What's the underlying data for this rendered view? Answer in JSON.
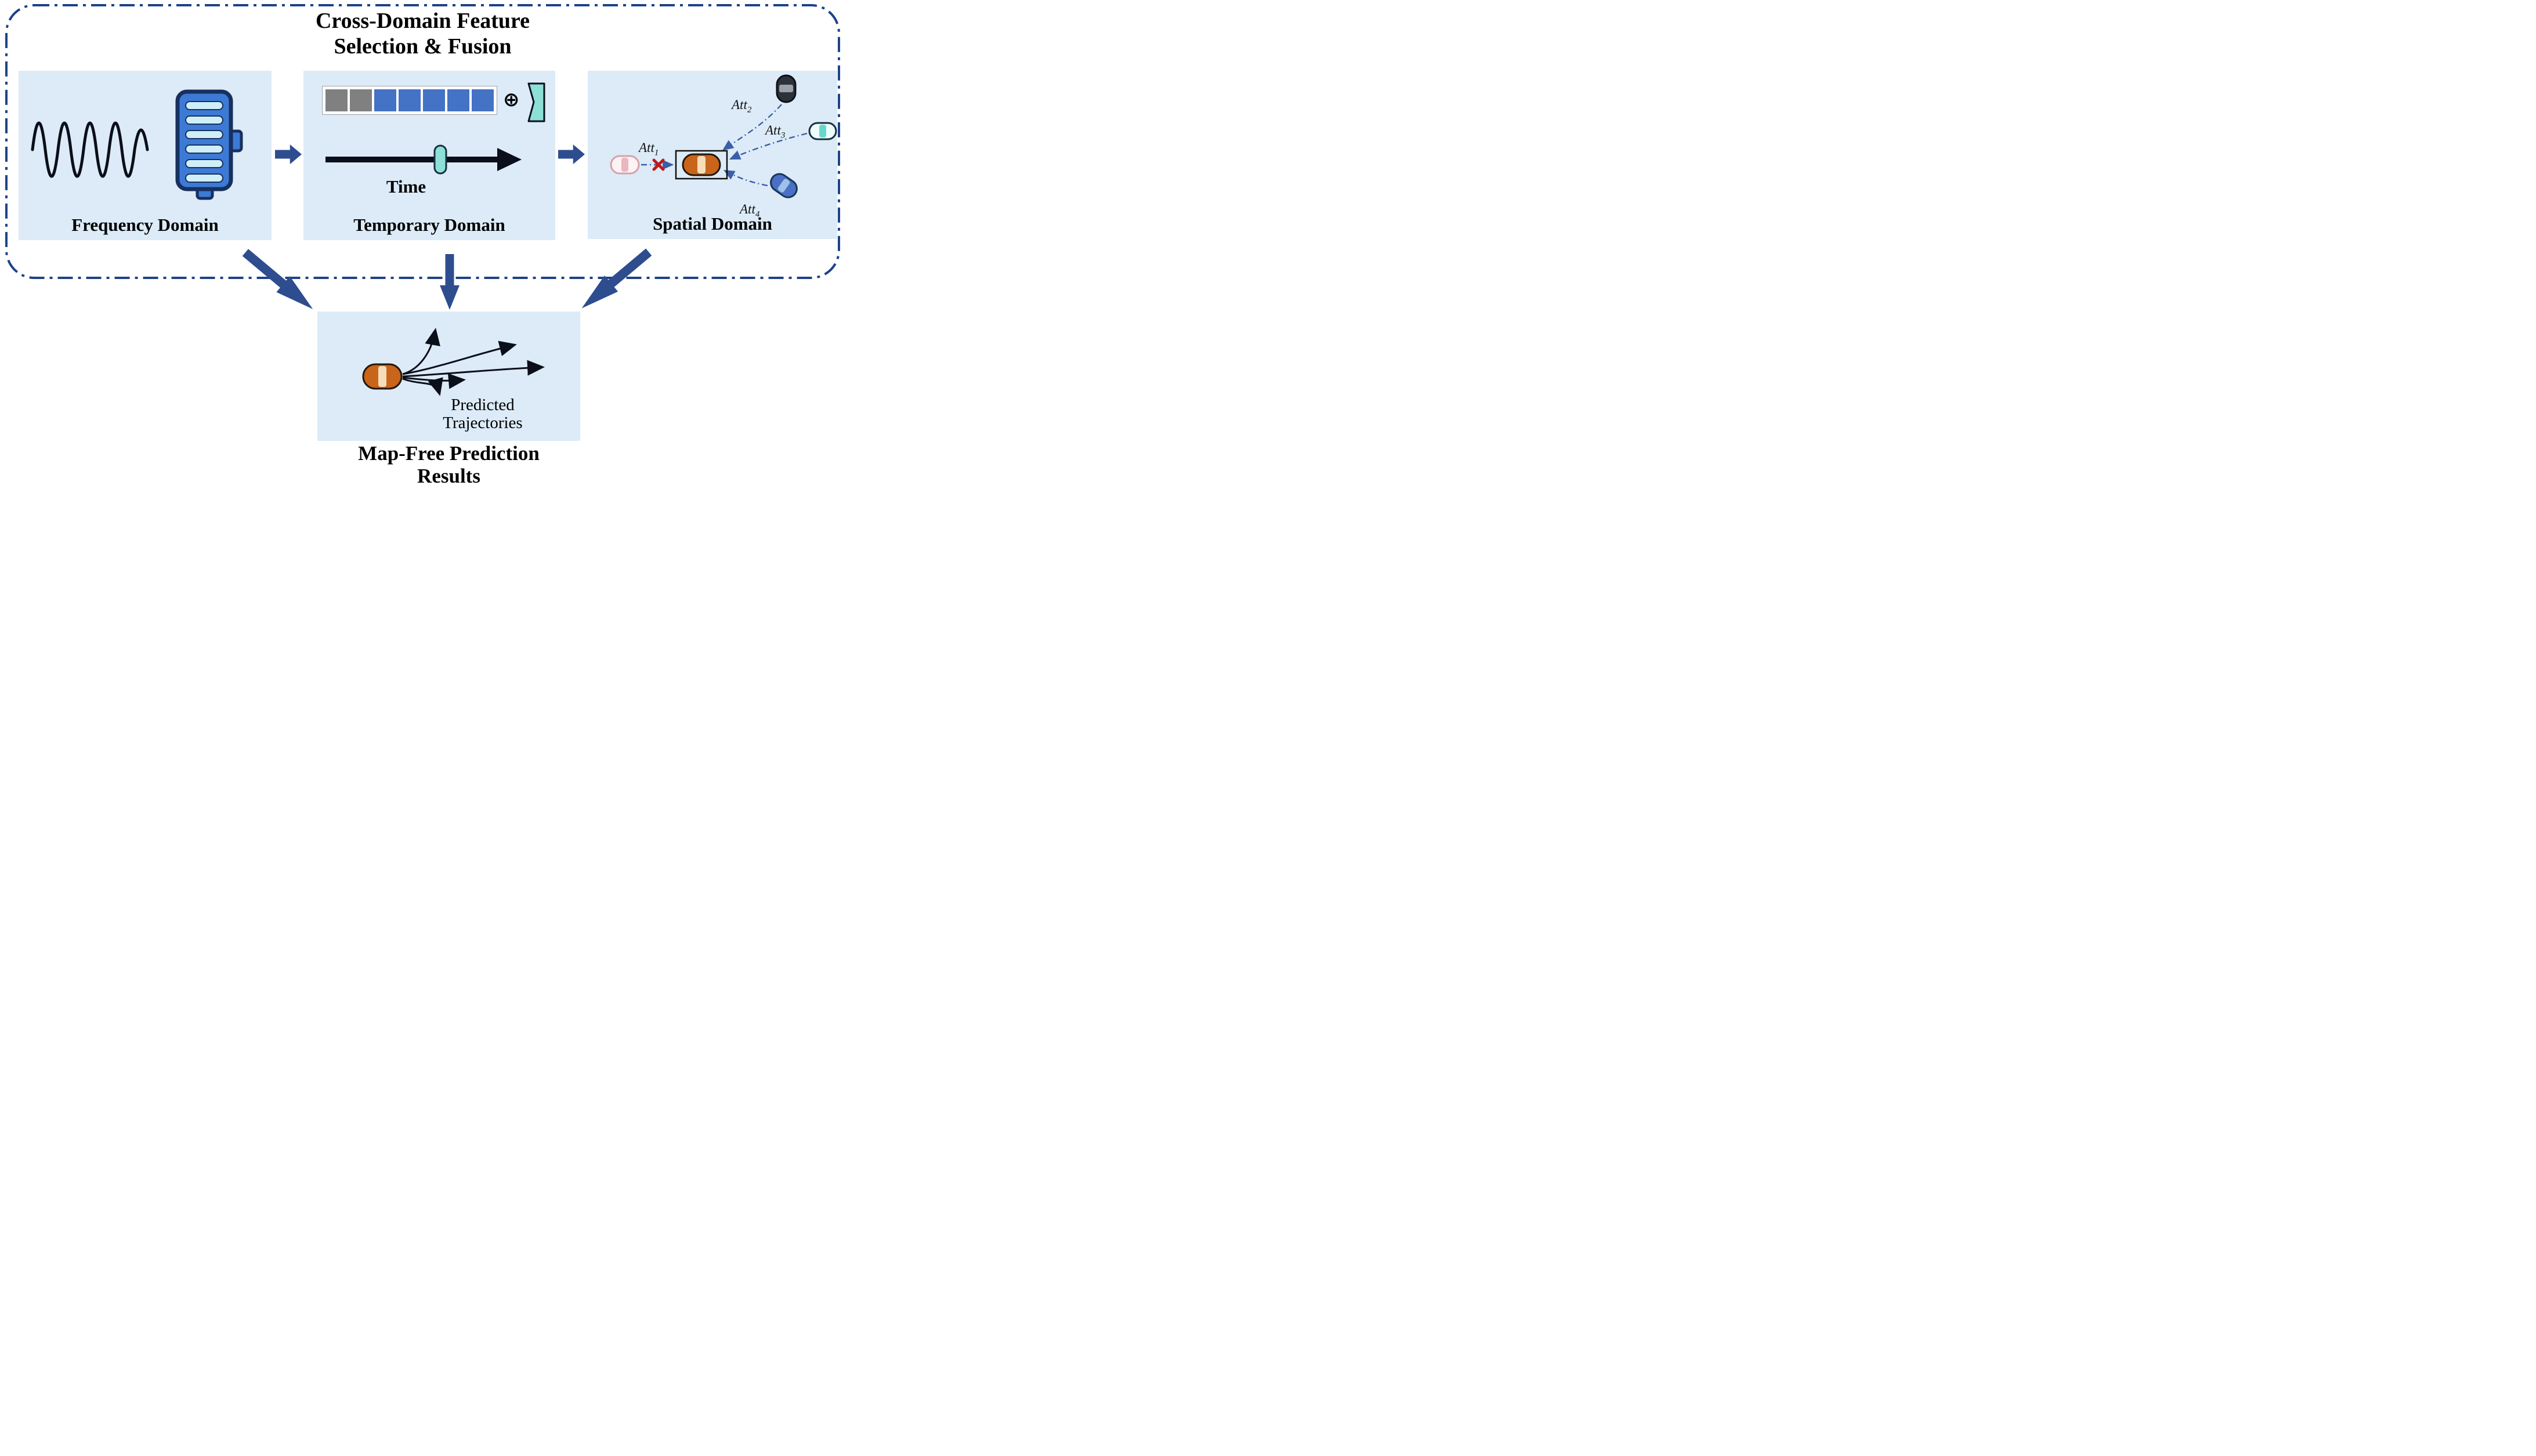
{
  "figure": {
    "title": {
      "line1": "Cross-Domain Feature",
      "line2": "Selection & Fusion"
    },
    "panels": {
      "frequency": {
        "label": "Frequency Domain"
      },
      "temporary": {
        "label": "Temporary Domain",
        "time_label": "Time",
        "oplus_symbol": "⊕",
        "token_blocks": [
          "gray",
          "gray",
          "blue",
          "blue",
          "blue",
          "blue",
          "blue"
        ]
      },
      "spatial": {
        "label": "Spatial Domain",
        "att1_base": "Att",
        "att1_sub": "1",
        "att2_base": "Att",
        "att2_sub": "2",
        "att3_base": "Att",
        "att3_sub": "3",
        "att4_base": "Att",
        "att4_sub": "4"
      }
    },
    "results": {
      "caption_line1": "Predicted",
      "caption_line2": "Trajectories",
      "title_line1": "Map-Free Prediction",
      "title_line2": "Results"
    },
    "colors": {
      "panel_background": "#dcebf7",
      "dash_border_blue": "#1d4289",
      "arrow_blue": "#2e4d8f",
      "token_gray": "#808080",
      "token_blue": "#4472c4",
      "teal_accent": "#8ce0d6",
      "encoder_blue": "#3d7ad6",
      "ego_car_orange": "#c8651b",
      "neighbor_car_blue": "#4a6fc4",
      "neighbor_car_dark": "#2c313a",
      "blocked_x_red": "#c11818"
    }
  }
}
